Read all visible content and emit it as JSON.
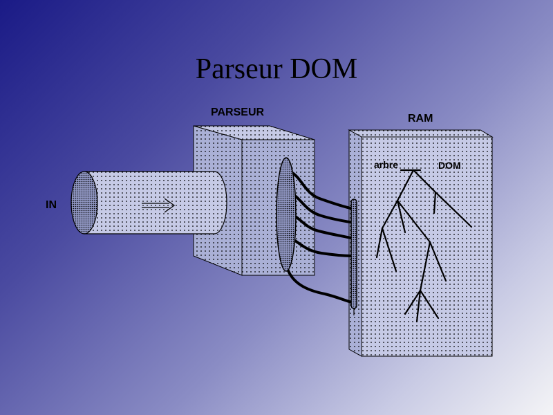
{
  "title": "Parseur DOM",
  "labels": {
    "parseur": "PARSEUR",
    "ram": "RAM",
    "input": "IN",
    "arbre": "arbre",
    "dom": "DOM"
  }
}
